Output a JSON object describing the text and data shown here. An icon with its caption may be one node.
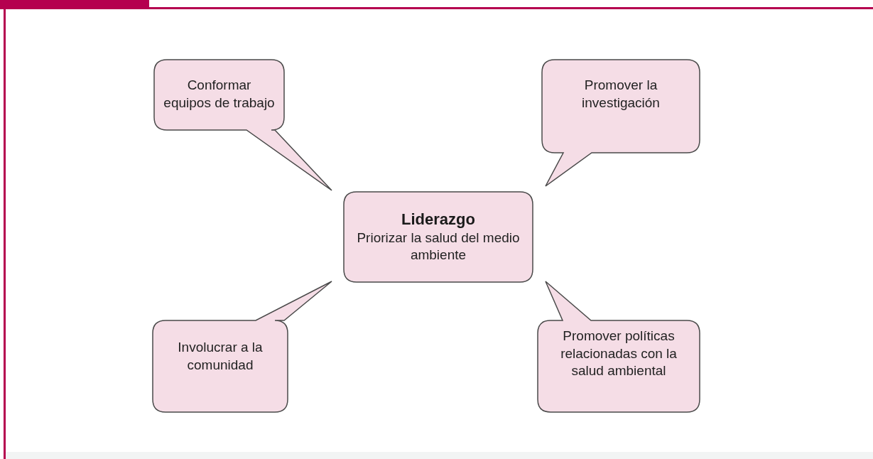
{
  "diagram": {
    "nodes": [
      {
        "text": [
          "Conformar equipos de trabajo"
        ]
      },
      {
        "text": [
          "Promover la investigación"
        ]
      },
      {
        "text": [
          "Liderazgo",
          "Priorizar la salud del medio ambiente"
        ]
      },
      {
        "text": [
          "Involucrar a la comunidad"
        ]
      },
      {
        "text": [
          "Promover políticas relacionadas con la salud ambiental"
        ]
      }
    ]
  }
}
